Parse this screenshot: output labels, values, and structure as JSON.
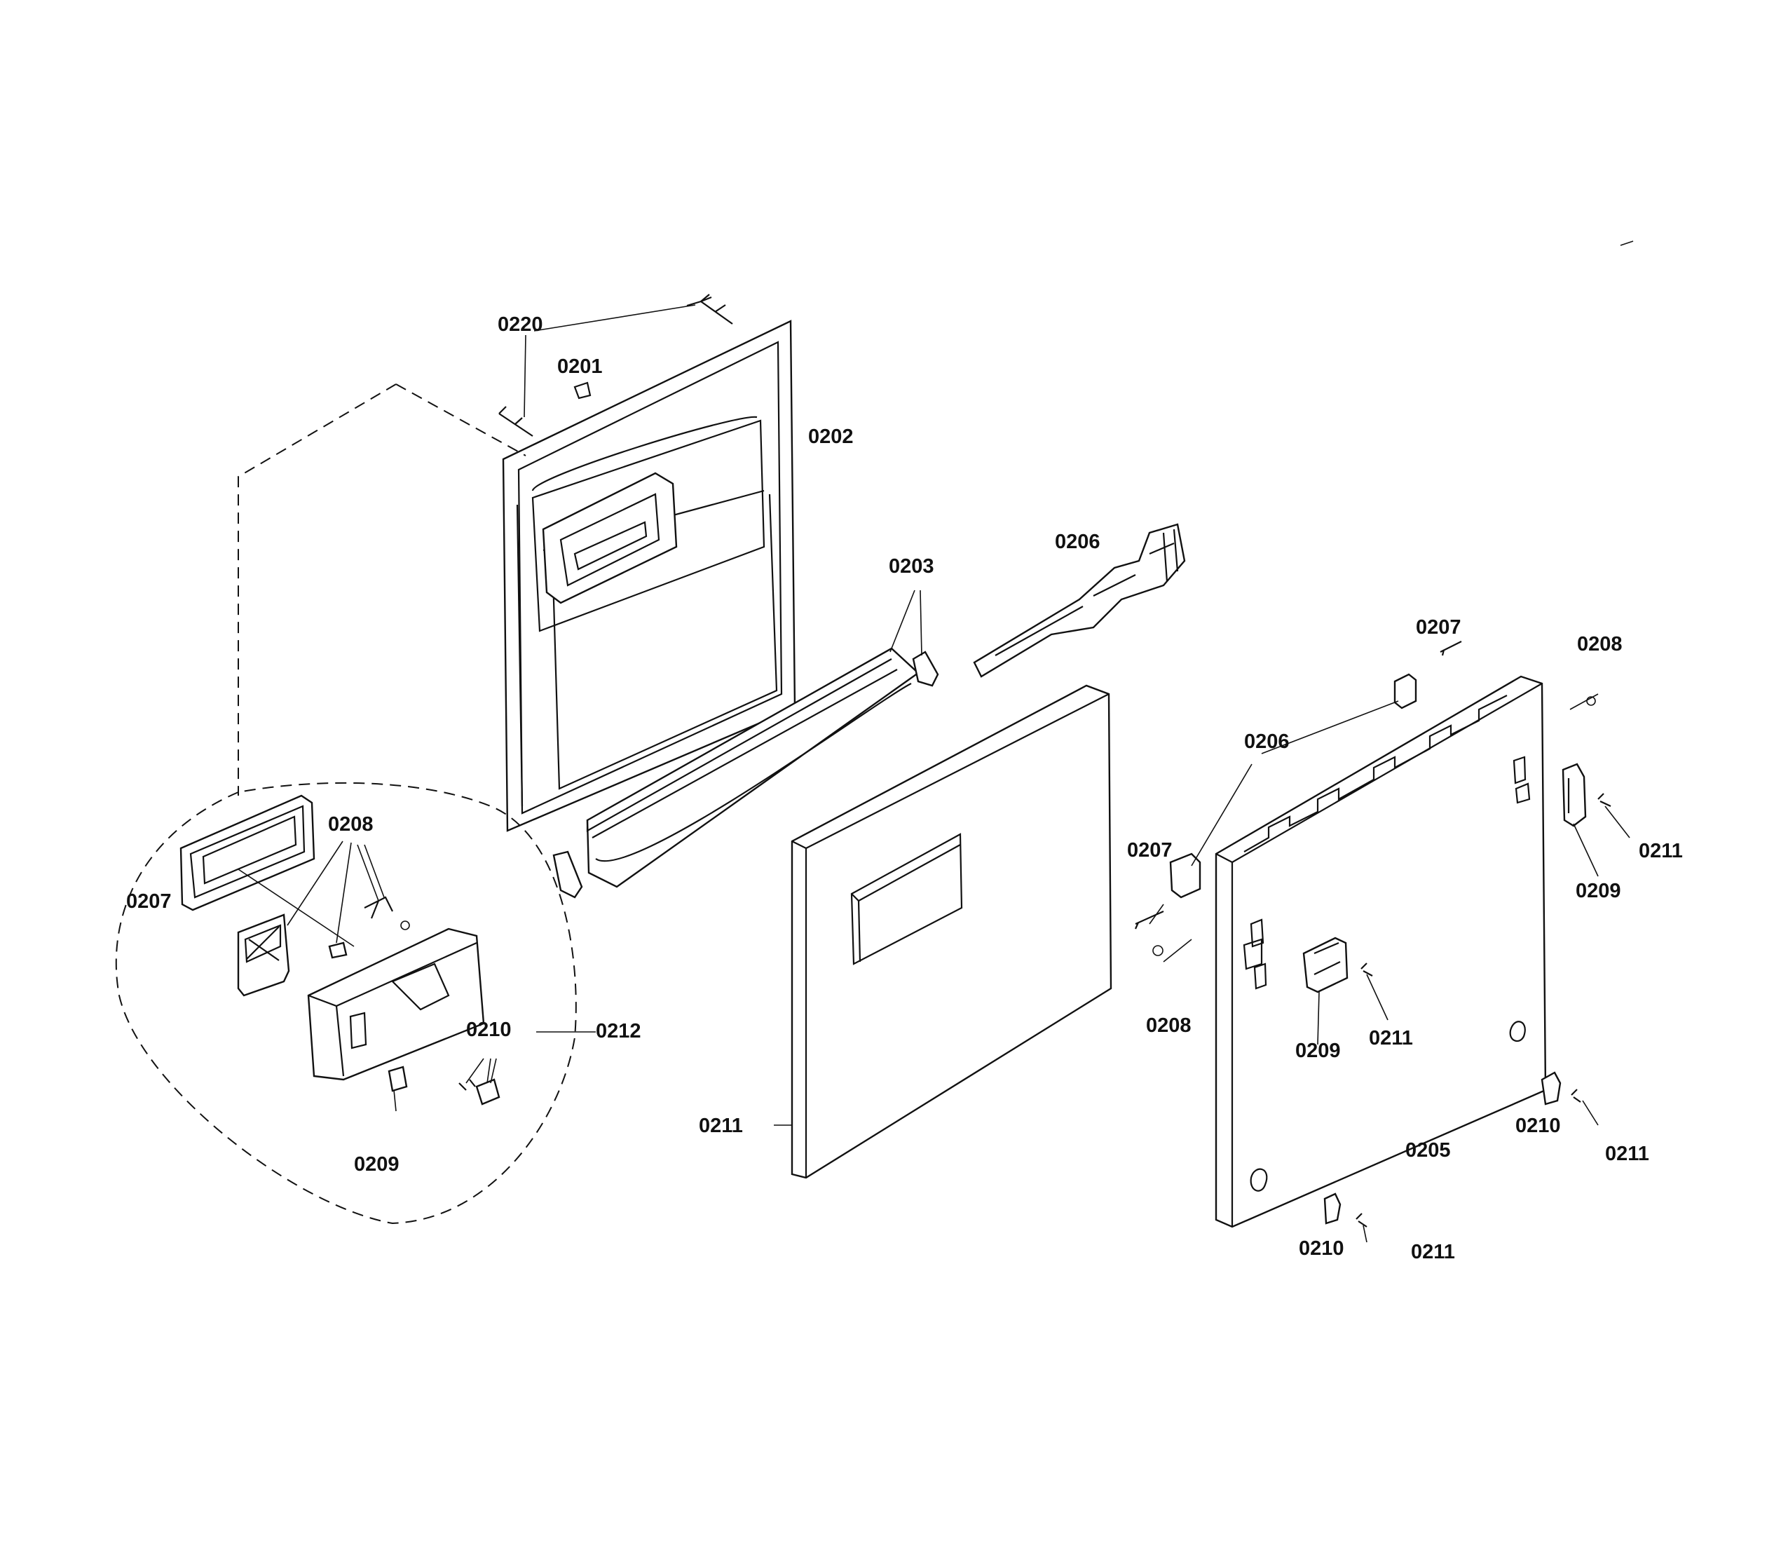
{
  "diagram": {
    "colors": {
      "line": "#111111",
      "background": "#ffffff"
    },
    "labels": [
      "0220",
      "0201",
      "0202",
      "0203",
      "0206",
      "0207",
      "0208",
      "0206",
      "0208",
      "0207",
      "0211",
      "0209",
      "0207",
      "0212",
      "0210",
      "0209",
      "0211",
      "0208",
      "0209",
      "0211",
      "0210",
      "0211",
      "0205",
      "0210",
      "0211"
    ]
  }
}
